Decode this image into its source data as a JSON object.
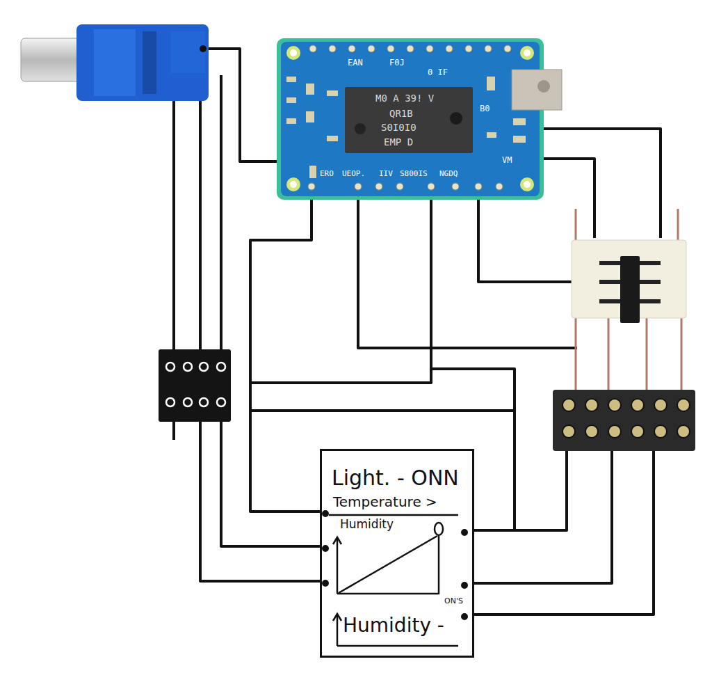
{
  "diagram": {
    "nodes": [
      {
        "text": [
          "Light. - ONN",
          "Temperature >",
          "Humidity",
          "ON'S",
          "Humidity -"
        ]
      }
    ],
    "labels": [
      "EAN",
      "F0J",
      "0 IF",
      "M0 A 39! V",
      "QR1B",
      "S0I0I0",
      "EMP D",
      "B0",
      "VM",
      "ERO",
      "UEOP.",
      "IIV",
      "S800IS",
      "NGDQ"
    ]
  }
}
